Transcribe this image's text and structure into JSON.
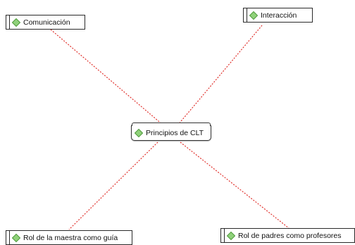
{
  "center": {
    "label": "Principios de CLT",
    "icon": "green-diamond-icon"
  },
  "topics": [
    {
      "label": "Comunicación",
      "icon": "green-diamond-icon"
    },
    {
      "label": "Interacción",
      "icon": "green-diamond-icon"
    },
    {
      "label": "Rol de la maestra como guía",
      "icon": "green-diamond-icon"
    },
    {
      "label": "Rol de padres como profesores",
      "icon": "green-diamond-icon"
    }
  ],
  "colors": {
    "connector": "#e0312c",
    "icon_fill": "#8fd17a",
    "icon_stroke": "#4f9a3c",
    "border": "#2a2a2a"
  }
}
